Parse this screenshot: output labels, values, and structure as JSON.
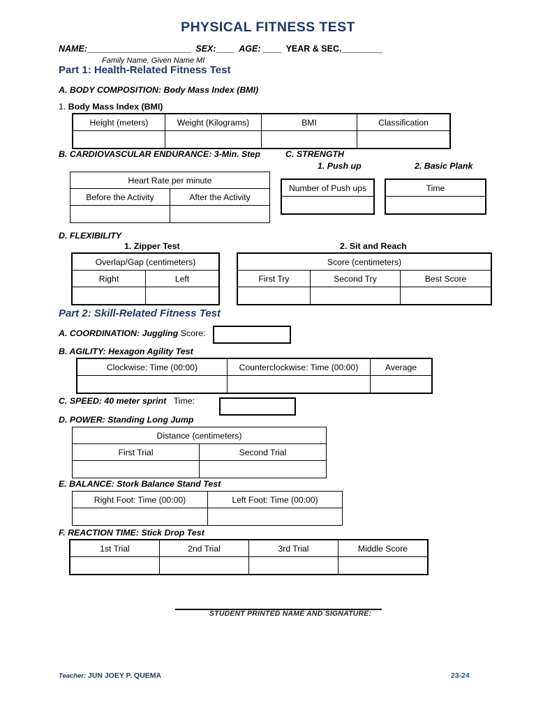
{
  "colors": {
    "heading_blue": "#1F3864",
    "footer_blue": "#2E4B8F",
    "border": "#000000"
  },
  "document": {
    "title": "PHYSICAL FITNESS TEST",
    "name_label": "NAME:",
    "name_rule": "_______________________",
    "sex_label": "SEX:",
    "sex_rule": "____",
    "age_label": "AGE:",
    "age_rule": "____",
    "year_sec_label": "YEAR & SEC.",
    "year_sec_rule": "_________",
    "name_caption": "Family Name, Given Name MI"
  },
  "part1": {
    "heading": "Part 1: Health-Related Fitness Test",
    "a": {
      "heading_prefix": "A. BODY COMPOSITION:",
      "heading_suffix": "Body Mass Index (BMI)",
      "item_number": "1.",
      "item_label": "Body Mass Index (BMI)",
      "table": {
        "headers": [
          "Height (meters)",
          "Weight (Kilograms)",
          "BMI",
          "Classification"
        ],
        "rows": [
          [
            "",
            "",
            "",
            ""
          ]
        ]
      }
    },
    "b": {
      "heading": "B. CARDIOVASCULAR ENDURANCE: 3-Min. Step",
      "table": {
        "span_header": "Heart Rate per minute",
        "headers": [
          "Before the Activity",
          "After the Activity"
        ],
        "rows": [
          [
            "",
            ""
          ]
        ]
      }
    },
    "c": {
      "heading": "C. STRENGTH",
      "item1_label": "1. Push up",
      "item2_label": "2. Basic Plank",
      "pushup_table": {
        "headers": [
          "Number of Push ups"
        ],
        "rows": [
          [
            ""
          ]
        ]
      },
      "plank_table": {
        "headers": [
          "Time"
        ],
        "rows": [
          [
            ""
          ]
        ]
      }
    },
    "d": {
      "heading": "D. FLEXIBILITY",
      "item1_label": "1. Zipper Test",
      "item2_label": "2. Sit and Reach",
      "zipper_table": {
        "span_header": "Overlap/Gap (centimeters)",
        "headers": [
          "Right",
          "Left"
        ],
        "rows": [
          [
            "",
            ""
          ]
        ]
      },
      "sitreach_table": {
        "span_header": "Score (centimeters)",
        "headers": [
          "First Try",
          "Second Try",
          "Best Score"
        ],
        "rows": [
          [
            "",
            "",
            ""
          ]
        ]
      }
    }
  },
  "part2": {
    "heading": "Part 2: Skill-Related Fitness Test",
    "a": {
      "heading_prefix": "A. COORDINATION:",
      "heading_mid": "Juggling",
      "score_label": "Score:",
      "score_value": ""
    },
    "b": {
      "heading": "B. AGILITY: Hexagon Agility Test",
      "table": {
        "headers": [
          "Clockwise: Time (00:00)",
          "Counterclockwise: Time (00:00)",
          "Average"
        ],
        "rows": [
          [
            "",
            "",
            ""
          ]
        ]
      }
    },
    "c": {
      "heading": "C. SPEED: 40 meter sprint",
      "time_label": "Time:",
      "time_value": ""
    },
    "d": {
      "heading": "D. POWER: Standing Long Jump",
      "table": {
        "span_header": "Distance (centimeters)",
        "headers": [
          "First Trial",
          "Second Trial"
        ],
        "rows": [
          [
            "",
            ""
          ]
        ]
      }
    },
    "e": {
      "heading": "E. BALANCE: Stork Balance Stand Test",
      "table": {
        "headers": [
          "Right Foot: Time (00:00)",
          "Left Foot: Time (00:00)"
        ],
        "rows": [
          [
            "",
            ""
          ]
        ]
      }
    },
    "f": {
      "heading": "F. REACTION TIME: Stick Drop Test",
      "table": {
        "headers": [
          "1st Trial",
          "2nd Trial",
          "3rd Trial",
          "Middle Score"
        ],
        "rows": [
          [
            "",
            "",
            "",
            ""
          ]
        ]
      }
    }
  },
  "signature": {
    "label": "STUDENT PRINTED NAME AND SIGNATURE:"
  },
  "footer": {
    "teacher_label": "Teacher:",
    "teacher_name": "JUN JOEY P. QUEMA",
    "page_number": "23-24"
  }
}
